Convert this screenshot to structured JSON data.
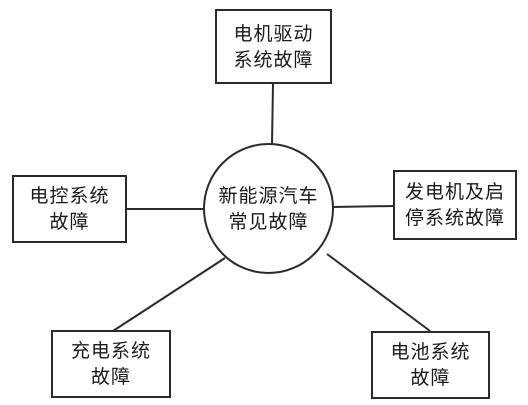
{
  "diagram": {
    "center": {
      "line1": "新能源汽车",
      "line2": "常见故障"
    },
    "nodes": {
      "top": {
        "line1": "电机驱动",
        "line2": "系统故障"
      },
      "left": {
        "line1": "电控系统",
        "line2": "故障"
      },
      "right": {
        "line1": "发电机及启",
        "line2": "停系统故障"
      },
      "bottom_left": {
        "line1": "充电系统",
        "line2": "故障"
      },
      "bottom_right": {
        "line1": "电池系统",
        "line2": "故障"
      }
    },
    "colors": {
      "stroke": "#2b2b2b",
      "background": "#ffffff",
      "text": "#1a1a1a"
    }
  }
}
